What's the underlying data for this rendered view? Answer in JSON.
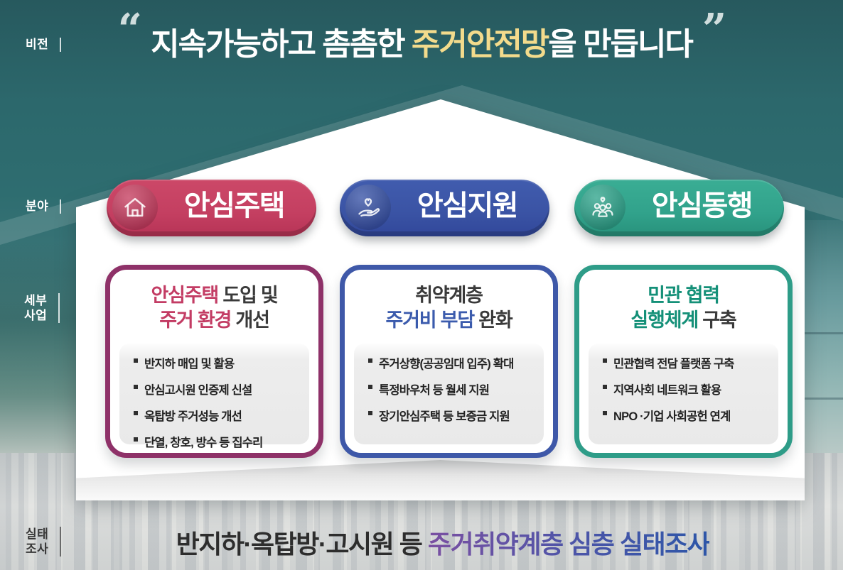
{
  "colors": {
    "background_teal": "#2d6b6e",
    "title_highlight": "#F3DB8C",
    "pill_red": "#C43F61",
    "pill_blue": "#3A53A4",
    "pill_teal": "#31A28B",
    "card1_border": "#8E3168",
    "card1_accent": "#C33C64",
    "card2_border": "#3E58A8",
    "card2_accent": "#3B5BAD",
    "card3_border": "#2E9C88",
    "card3_accent": "#149078",
    "survey_highlight_from": "#7A50A2",
    "survey_highlight_to": "#2D56A8"
  },
  "vision": {
    "label": "비전",
    "quote_open": "“",
    "quote_close": "”",
    "title_pre": "지속가능하고 촘촘한 ",
    "title_highlight": "주거안전망",
    "title_post": "을 만듭니다"
  },
  "fields": {
    "label": "분야",
    "pills": [
      {
        "label": "안심주택",
        "icon": "house-icon",
        "color": "#C43F61"
      },
      {
        "label": "안심지원",
        "icon": "hand-heart-icon",
        "color": "#3A53A4"
      },
      {
        "label": "안심동행",
        "icon": "people-heart-icon",
        "color": "#31A28B"
      }
    ]
  },
  "programs": {
    "label_line1": "세부",
    "label_line2": "사업",
    "cards": [
      {
        "lines": [
          {
            "accent": "안심주택 ",
            "plain": "도입 및"
          },
          {
            "accent": "주거 환경 ",
            "plain": "개선"
          }
        ],
        "items": [
          "반지하 매입 및 활용",
          "안심고시원 인증제 신설",
          "옥탑방 주거성능 개선",
          "단열, 창호, 방수 등 집수리"
        ]
      },
      {
        "lines": [
          {
            "accent": "",
            "plain": "취약계층"
          },
          {
            "accent": "주거비 부담 ",
            "plain": "완화"
          }
        ],
        "items": [
          "주거상향(공공임대 입주) 확대",
          "특정바우처 등 월세 지원",
          "장기안심주택 등 보증금 지원"
        ]
      },
      {
        "lines": [
          {
            "accent": "민관 협력",
            "plain": ""
          },
          {
            "accent": "실행체계 ",
            "plain": "구축"
          }
        ],
        "items": [
          "민관협력 전담 플랫폼 구축",
          "지역사회 네트워크 활용",
          "NPO ·기업 사회공헌 연계"
        ]
      }
    ]
  },
  "survey": {
    "label_line1": "실태",
    "label_line2": "조사",
    "text_plain": "반지하·옥탑방·고시원 등 ",
    "text_highlight": "주거취약계층 심층 실태조사"
  }
}
